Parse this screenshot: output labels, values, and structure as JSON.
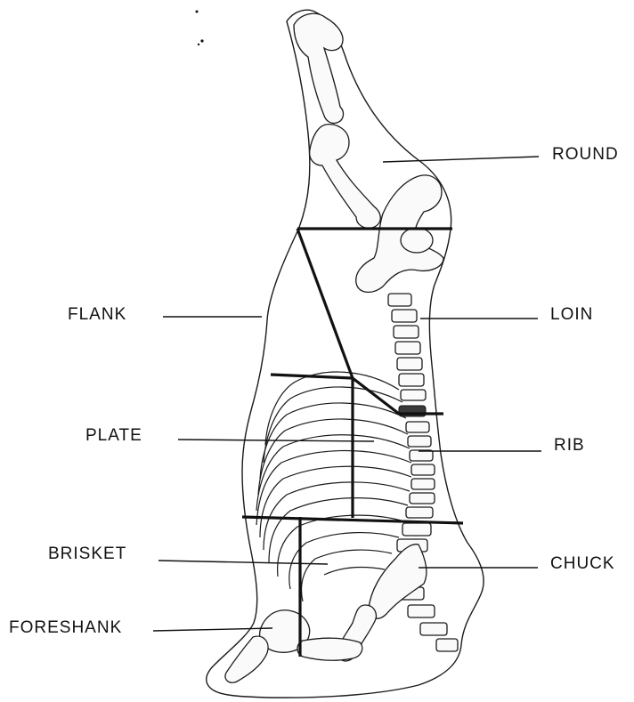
{
  "diagram": {
    "labels": {
      "round": "ROUND",
      "flank": "FLANK",
      "loin": "LOIN",
      "plate": "PLATE",
      "rib": "RIB",
      "brisket": "BRISKET",
      "chuck": "CHUCK",
      "foreshank": "FORESHANK"
    },
    "colors": {
      "line": "#111111",
      "background": "#ffffff"
    }
  }
}
